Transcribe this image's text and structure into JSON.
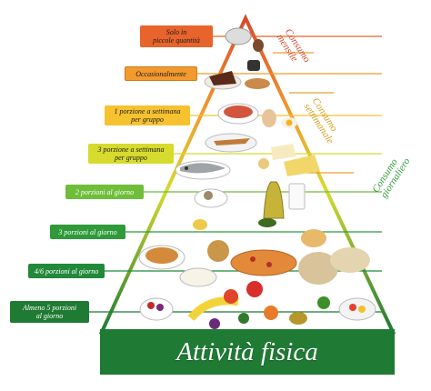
{
  "pyramid_levels": [
    {
      "label": "Solo in piccole quantità",
      "lines": [
        "Solo in",
        "piccole quantità"
      ],
      "color": "#e8642c"
    },
    {
      "label": "Occasionalmente",
      "lines": [
        "Occasionalmente"
      ],
      "color": "#f29a2e"
    },
    {
      "label": "1 porzione a settimana per gruppo",
      "lines": [
        "1 porzione a settimana",
        "per gruppo"
      ],
      "color": "#f6c230"
    },
    {
      "label": "3 porzione a settimana per gruppo",
      "lines": [
        "3 porzione a settimana",
        "per gruppo"
      ],
      "color": "#d6db2e"
    },
    {
      "label": "2 porzioni al giorno",
      "lines": [
        "2 porzioni al giorno"
      ],
      "color": "#6fbe3a"
    },
    {
      "label": "3 porzioni al giorno",
      "lines": [
        "3 porzioni al giorno"
      ],
      "color": "#2e9a3a"
    },
    {
      "label": "4/6 porzioni al giorno",
      "lines": [
        "4/6 porzioni al giorno"
      ],
      "color": "#22893a"
    },
    {
      "label": "Almeno 5 porzioni al giorno",
      "lines": [
        "Almeno 5 porzioni",
        "al giorno"
      ],
      "color": "#1f7a34"
    }
  ],
  "side_labels": {
    "mensile": {
      "lines": [
        "Consumo",
        "mensile"
      ],
      "color": "#d64a2c"
    },
    "settimanale": {
      "lines": [
        "Consumo",
        "settimanale"
      ],
      "color": "#d6a021"
    },
    "giornaliero": {
      "lines": [
        "Consumo",
        "giornaliero"
      ],
      "color": "#2e9a3a"
    }
  },
  "base": {
    "label": "Attività fisica",
    "color": "#1f7a34"
  },
  "colors": {
    "pyramid_top": "#f0a030",
    "pyramid_bottom": "#1f8a36",
    "outline_top": "#d66a20",
    "outline_bottom": "#2e9a3a"
  }
}
